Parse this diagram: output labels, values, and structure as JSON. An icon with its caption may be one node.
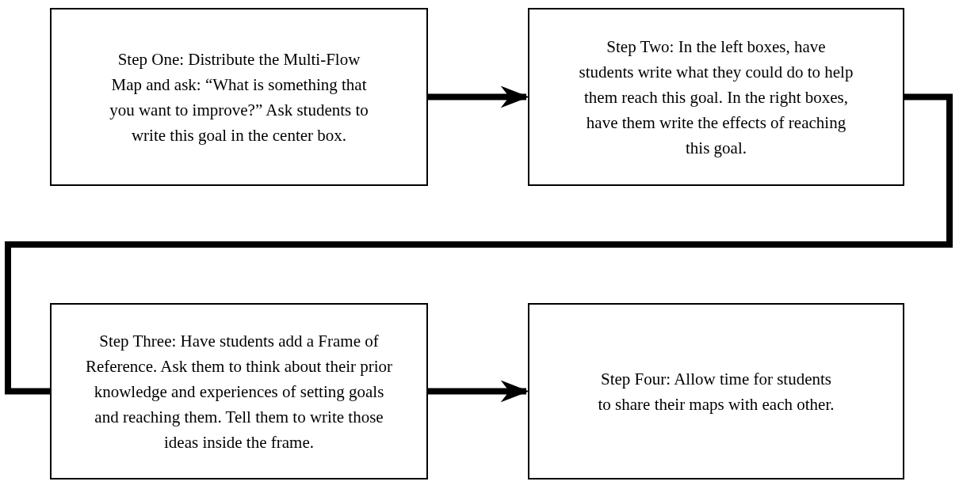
{
  "diagram": {
    "nodes": [
      {
        "text": [
          "Step One: Distribute the Multi-Flow Map and ask: “What is something that you want to improve?” Ask students to write this goal in the center box."
        ]
      },
      {
        "text": [
          "Step Two: In the left boxes, have students write what they could do to help them reach this goal. In the right boxes, have them write the effects of reaching this goal."
        ]
      },
      {
        "text": [
          "Step Three: Have students add a Frame of Reference. Ask them to think about their prior knowledge and experiences of setting goals and reaching them. Tell them to write those ideas inside the frame."
        ]
      },
      {
        "text": [
          "Step Four: Allow time for students to share their maps with each other."
        ]
      }
    ],
    "edges": [
      {
        "from": 0,
        "to": 1,
        "arrow": "to"
      },
      {
        "from": 1,
        "to": 2,
        "arrow": "none"
      },
      {
        "from": 2,
        "to": 3,
        "arrow": "to"
      }
    ]
  }
}
